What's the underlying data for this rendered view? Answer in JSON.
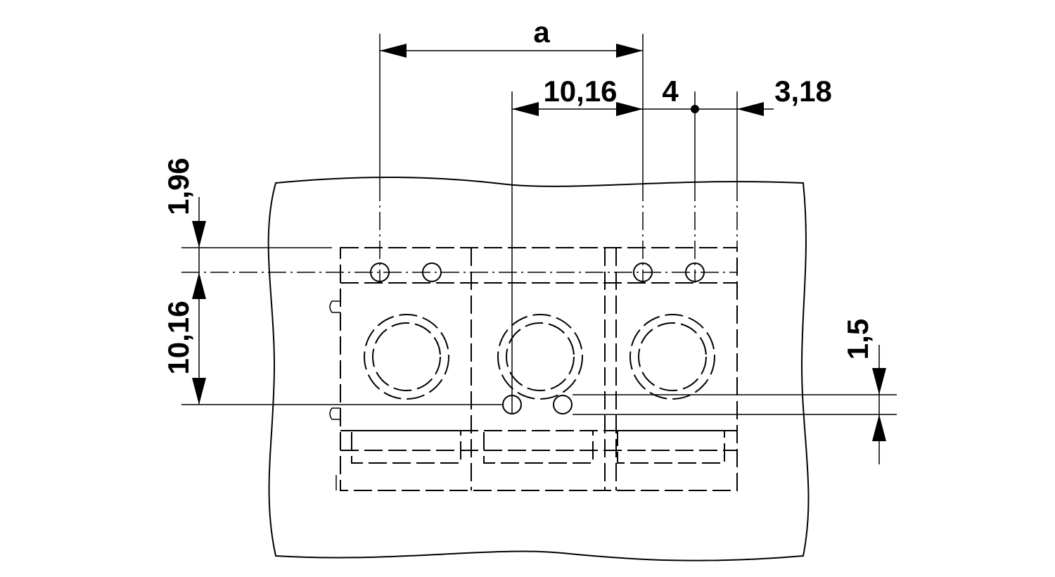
{
  "drawing": {
    "dimensions": {
      "a": "a",
      "pitch_horizontal": "10,16",
      "offset_4": "4",
      "edge_3_18": "3,18",
      "offset_1_96": "1,96",
      "pitch_vertical": "10,16",
      "offset_1_5": "1,5"
    }
  }
}
